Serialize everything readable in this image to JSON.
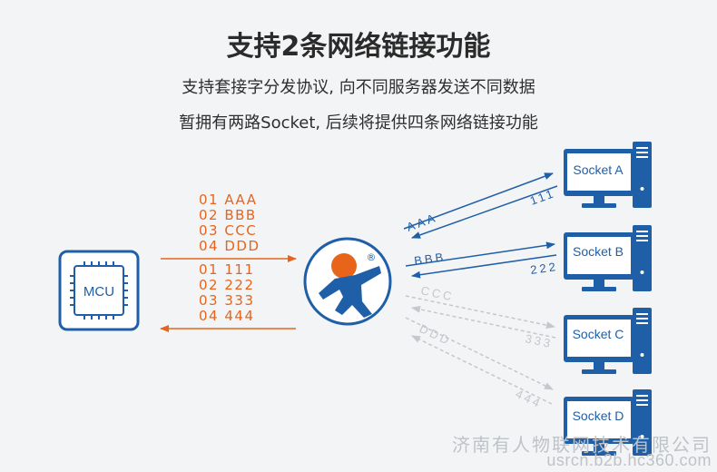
{
  "header": {
    "title": "支持2条网络链接功能",
    "line1": "支持套接字分发协议, 向不同服务器发送不同数据",
    "line2": "暂拥有两路Socket, 后续将提供四条网络链接功能"
  },
  "mcu": {
    "label": "MCU"
  },
  "sent_data": [
    "01 AAA",
    "02 BBB",
    "03 CCC",
    "04 DDD"
  ],
  "received_data": [
    "01 111",
    "02 222",
    "03 333",
    "04 444"
  ],
  "sockets": [
    {
      "label": "Socket A",
      "send": "AAA",
      "reply": "111"
    },
    {
      "label": "Socket B",
      "send": "BBB",
      "reply": "222"
    },
    {
      "label": "Socket C",
      "send": "CCC",
      "reply": "333"
    },
    {
      "label": "Socket D",
      "send": "DDD",
      "reply": "444"
    }
  ],
  "logo": {
    "mark": "®"
  },
  "watermark": {
    "company": "济南有人物联网技术有限公司",
    "url": "usrcn.b2b.hc360.com"
  },
  "colors": {
    "blue": "#1f5fa8",
    "orange": "#e8641b",
    "gray": "#c4c7cb"
  }
}
